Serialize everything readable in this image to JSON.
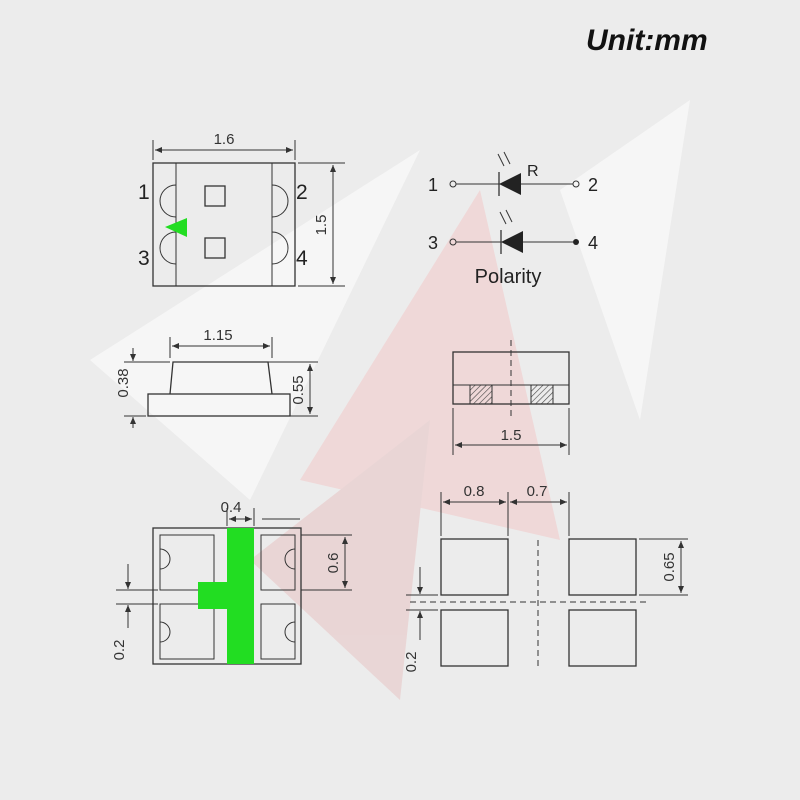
{
  "unit_label": "Unit:mm",
  "top_view": {
    "width": "1.6",
    "height": "1.5",
    "pins": [
      "1",
      "2",
      "3",
      "4"
    ]
  },
  "schematic": {
    "pins": [
      "1",
      "2",
      "3",
      "4"
    ],
    "r_label": "R",
    "caption": "Polarity"
  },
  "side_view": {
    "top_width": "1.15",
    "lens_height": "0.38",
    "total_height": "0.55"
  },
  "end_view": {
    "width": "1.5"
  },
  "bottom_view": {
    "pad_width": "0.4",
    "pad_height": "0.6",
    "gap": "0.2"
  },
  "footprint": {
    "pad_width": "0.8",
    "pad_spacing": "0.7",
    "pad_height": "0.65",
    "gap": "0.2"
  },
  "colors": {
    "polarity_mark": "#22dd22",
    "background": "#ececec"
  }
}
